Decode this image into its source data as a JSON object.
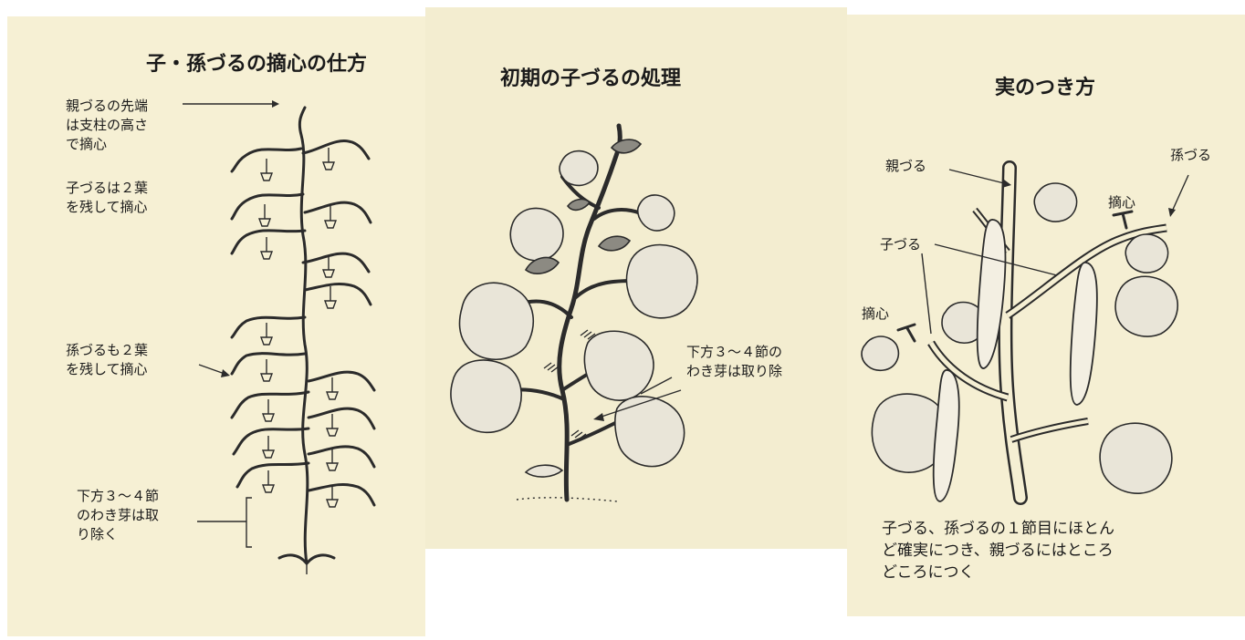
{
  "panel1": {
    "title": "子・孫づるの摘心の仕方",
    "label_main_tip": [
      "親づるの先端",
      "は支柱の高さ",
      "で摘心"
    ],
    "label_side_vine": [
      "子づるは２葉",
      "を残して摘心"
    ],
    "label_sub_vine": [
      "孫づるも２葉",
      "を残して摘心"
    ],
    "label_lower_nodes": [
      "下方３～４節",
      "のわき芽は取",
      "り除く"
    ]
  },
  "panel2": {
    "title": "初期の子づるの処理",
    "label_lower_nodes": [
      "下方３～４節の",
      "わき芽は取り除"
    ]
  },
  "panel3": {
    "title": "実のつき方",
    "label_main_vine": "親づる",
    "label_sub_vine": "孫づる",
    "label_pinch_right": "摘心",
    "label_side_vine": "子づる",
    "label_pinch_left": "摘心",
    "caption": [
      "子づる、孫づるの１節目にほとん",
      "ど確実につき、親づるにはところ",
      "どころにつく"
    ]
  }
}
